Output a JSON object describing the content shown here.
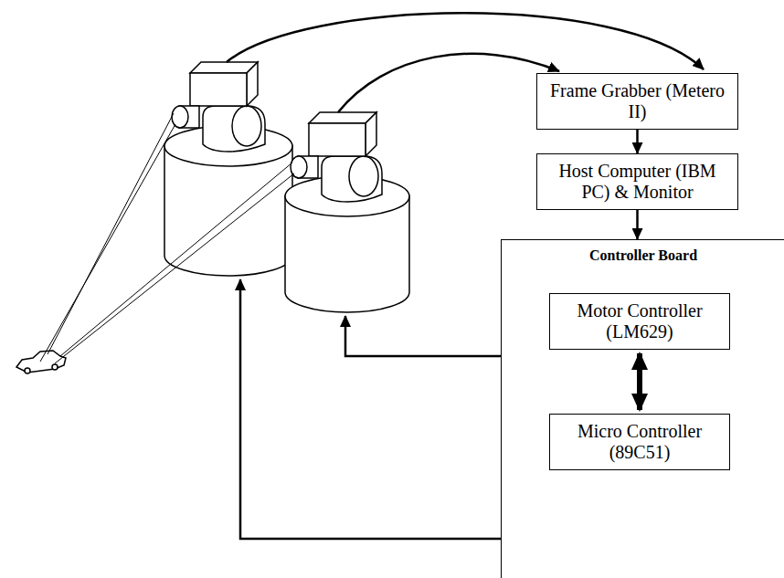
{
  "diagram": {
    "nodes": [
      {
        "text": [
          "Frame Grabber (Metero II)"
        ]
      },
      {
        "text": [
          "Host Computer (IBM PC) & Monitor"
        ]
      },
      {
        "text": [
          "Controller Board"
        ]
      },
      {
        "text": [
          "Motor Controller (LM629)"
        ],
        "in": 2
      },
      {
        "text": [
          "Micro Controller (89C51)"
        ],
        "in": 2
      }
    ],
    "edges": [
      {
        "from": 0,
        "to": 1,
        "arrow": "to"
      },
      {
        "from": 1,
        "to": 2,
        "arrow": "to"
      },
      {
        "from": 3,
        "to": 4,
        "arrow": "both"
      }
    ]
  }
}
